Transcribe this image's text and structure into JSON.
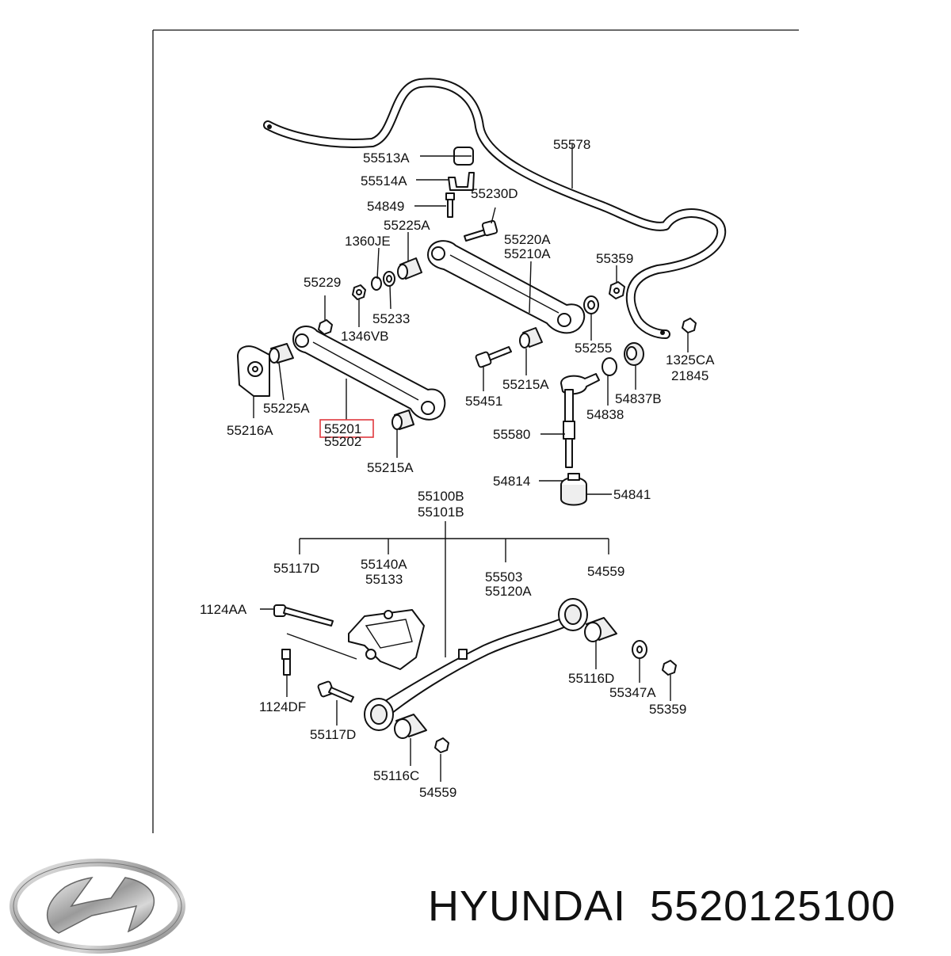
{
  "labels": {
    "l55578": "55578",
    "l55513A": "55513A",
    "l55514A": "55514A",
    "l54849": "54849",
    "l55230D": "55230D",
    "l55225A_top": "55225A",
    "l1360JE": "1360JE",
    "l55220A": "55220A",
    "l55210A": "55210A",
    "l55359_top": "55359",
    "l55229": "55229",
    "l55233": "55233",
    "l1346VB": "1346VB",
    "l55255": "55255",
    "l1325CA": "1325CA",
    "l21845": "21845",
    "l55451": "55451",
    "l55215A_mid": "55215A",
    "l54837B": "54837B",
    "l54838": "54838",
    "l55225A_low": "55225A",
    "l55216A": "55216A",
    "l55201": "55201",
    "l55202": "55202",
    "l55215A_low": "55215A",
    "l55580": "55580",
    "l54814": "54814",
    "l54841": "54841",
    "l55100B": "55100B",
    "l55101B": "55101B",
    "l55117D_a": "55117D",
    "l55140A": "55140A",
    "l55133": "55133",
    "l55503": "55503",
    "l55120A": "55120A",
    "l54559_a": "54559",
    "l1124AA": "1124AA",
    "l1124DF": "1124DF",
    "l55116D": "55116D",
    "l55347A": "55347A",
    "l55359_low": "55359",
    "l55117D_b": "55117D",
    "l55116C": "55116C",
    "l54559_b": "54559"
  },
  "highlight_color": "#e0393e",
  "caption": {
    "brand": "HYUNDAI",
    "part_number": "5520125100"
  },
  "logo_icon": "hyundai-logo-icon"
}
